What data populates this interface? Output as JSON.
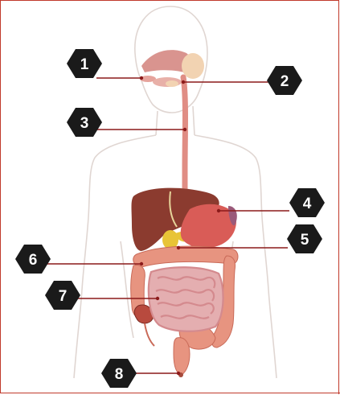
{
  "diagram": {
    "markers": [
      {
        "id": 1,
        "label": "1"
      },
      {
        "id": 2,
        "label": "2"
      },
      {
        "id": 3,
        "label": "3"
      },
      {
        "id": 4,
        "label": "4"
      },
      {
        "id": 5,
        "label": "5"
      },
      {
        "id": 6,
        "label": "6"
      },
      {
        "id": 7,
        "label": "7"
      },
      {
        "id": 8,
        "label": "8"
      }
    ],
    "colors": {
      "frame": "#c0392b",
      "leader_line": "#8b1a1a",
      "hexagon": "#1a1a1a",
      "body_outline": "#e0d6d2",
      "liver": "#8b3b2f",
      "stomach": "#d95c57",
      "gallbladder": "#e8c437",
      "intestine": "#e79480",
      "small_intestine": "#e4aeb0",
      "esophagus": "#e08d84"
    }
  }
}
